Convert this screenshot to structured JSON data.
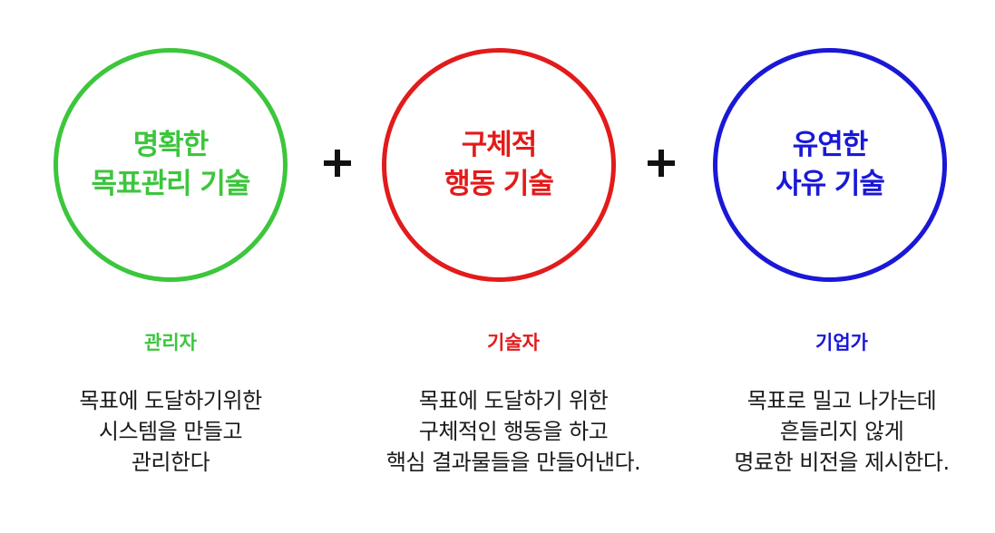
{
  "colors": {
    "green": "#3cc63c",
    "red": "#e21b1b",
    "blue": "#1a18d6",
    "text": "#1a1a1a"
  },
  "columns": [
    {
      "circle_lines": [
        "명확한",
        "목표관리 기술"
      ],
      "role": "관리자",
      "description_lines": [
        "목표에 도달하기위한",
        "시스템을 만들고",
        "관리한다"
      ]
    },
    {
      "circle_lines": [
        "구체적",
        "행동 기술"
      ],
      "role": "기술자",
      "description_lines": [
        "목표에 도달하기 위한",
        "구체적인 행동을 하고",
        "핵심 결과물들을 만들어낸다."
      ]
    },
    {
      "circle_lines": [
        "유연한",
        "사유 기술"
      ],
      "role": "기업가",
      "description_lines": [
        "목표로 밀고 나가는데",
        "흔들리지 않게",
        "명료한 비전을 제시한다."
      ]
    }
  ],
  "operators": [
    "plus-icon",
    "plus-icon"
  ]
}
